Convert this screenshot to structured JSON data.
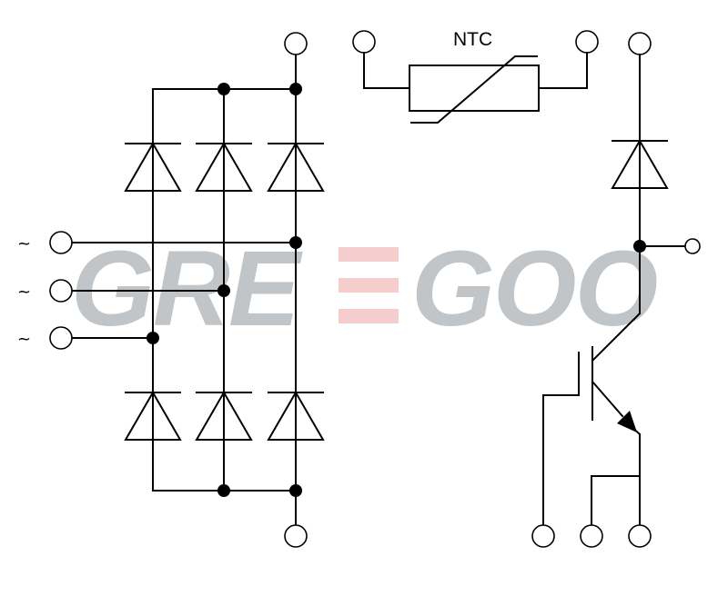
{
  "ntc": {
    "label": "NTC"
  },
  "ac_inputs": {
    "symbols": [
      "~",
      "~",
      "~"
    ]
  },
  "watermark": {
    "text_part1": "GRE",
    "text_part2": "GOO",
    "color": "#9aa0a4",
    "accent_color": "#f0a5a5"
  }
}
